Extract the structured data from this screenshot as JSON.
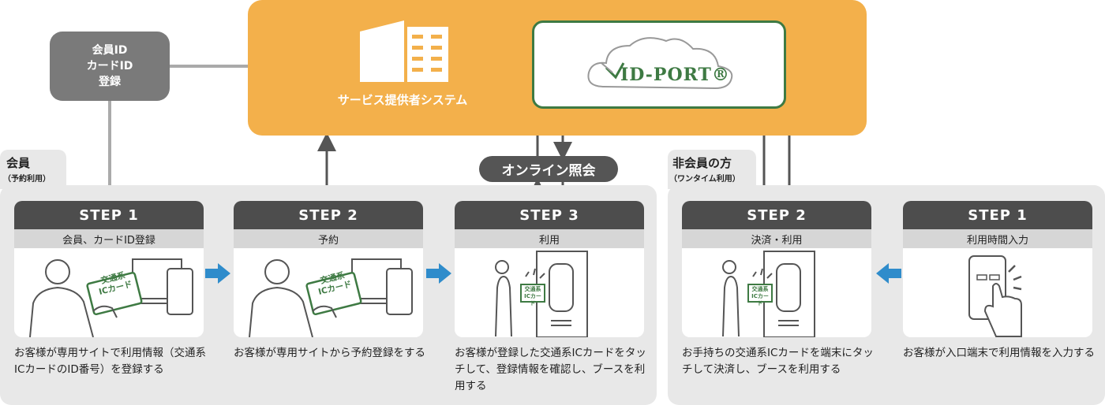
{
  "system": {
    "label": "サービス提供者システム",
    "idport": "ID-PORT®"
  },
  "member_registration": {
    "label": "会員ID\nカードID\n登録"
  },
  "online_badge": "オンライン照会",
  "member_section": {
    "title": "会員",
    "subtitle": "（予約利用）"
  },
  "nonmember_section": {
    "title": "非会員の方",
    "subtitle": "（ワンタイム利用）"
  },
  "card_label": "交通系\nICカード",
  "small_card_label": "交通系\nICカード",
  "steps": [
    {
      "heading": "STEP 1",
      "subtitle": "会員、カードID登録",
      "description": "お客様が専用サイトで利用情報（交通系ICカードのID番号）を登録する"
    },
    {
      "heading": "STEP 2",
      "subtitle": "予約",
      "description": "お客様が専用サイトから予約登録をする"
    },
    {
      "heading": "STEP 3",
      "subtitle": "利用",
      "description": "お客様が登録した交通系ICカードをタッチして、登録情報を確認し、ブースを利用する"
    },
    {
      "heading": "STEP 2",
      "subtitle": "決済・利用",
      "description": "お手持ちの交通系ICカードを端末にタッチして決済し、ブースを利用する"
    },
    {
      "heading": "STEP 1",
      "subtitle": "利用時間入力",
      "description": "お客様が入口端末で利用情報を入力する"
    }
  ],
  "colors": {
    "orange": "#f3b04b",
    "green": "#3e7a43",
    "blue_arrow": "#2f8ccb",
    "dark": "#4d4d4d"
  }
}
